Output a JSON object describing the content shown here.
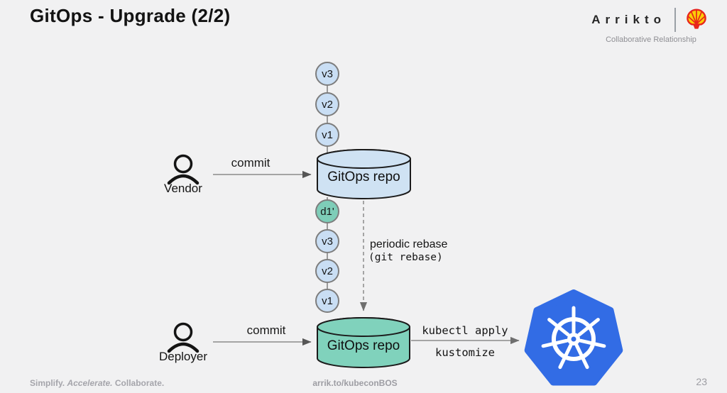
{
  "slide": {
    "title": "GitOps - Upgrade (2/2)",
    "page_number": "23"
  },
  "header": {
    "brand": "Arrikto",
    "tagline": "Collaborative Relationship",
    "shell_icon": "shell-pecten-logo"
  },
  "footer": {
    "motto_part1": "Simplify.",
    "motto_part2": "Accelerate.",
    "motto_part3": "Collaborate.",
    "link": "arrik.to/kubeconBOS"
  },
  "diagram": {
    "vendor": {
      "label": "Vendor",
      "action": "commit"
    },
    "deployer": {
      "label": "Deployer",
      "action": "commit"
    },
    "vendor_repo": {
      "label": "GitOps repo",
      "commits": [
        "v3",
        "v2",
        "v1"
      ]
    },
    "deployer_repo": {
      "label": "GitOps repo",
      "commits": [
        "d1'",
        "v3",
        "v2",
        "v1"
      ]
    },
    "rebase": {
      "line1": "periodic rebase",
      "line2": "(git rebase)"
    },
    "deploy": {
      "line1": "kubectl apply",
      "line2": "kustomize"
    },
    "kubernetes_icon": "kubernetes-helm-logo"
  },
  "colors": {
    "background": "#f1f1f2",
    "commit_blue": "#c9def4",
    "commit_teal": "#7ecdb8",
    "repo_blue": "#cfe2f3",
    "repo_teal": "#80d2bc",
    "kubernetes_blue": "#326ce5",
    "shell_red": "#e8251c",
    "shell_yellow": "#fbce07",
    "muted_gray": "#9d9da3"
  }
}
